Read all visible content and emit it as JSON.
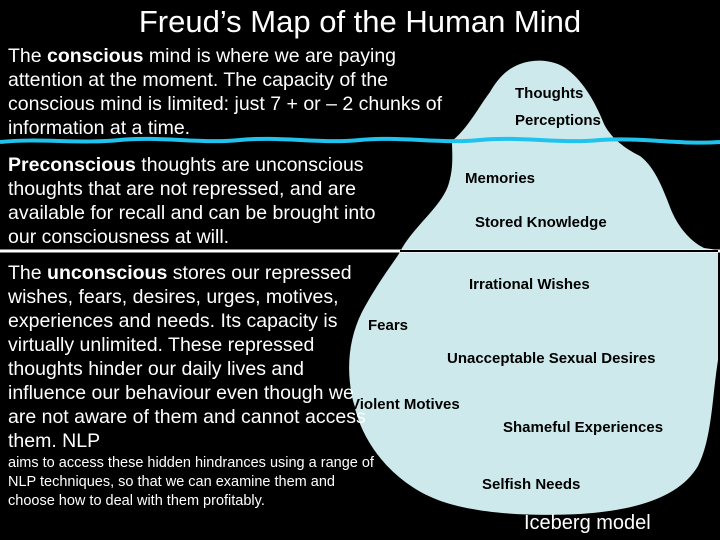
{
  "title": "Freud’s Map of the Human Mind",
  "conscious": {
    "prefix": "The ",
    "keyword": "conscious",
    "text": " mind is where we are paying attention at the moment. The capacity of the conscious mind is limited: just 7 + or – 2 chunks of information at a time."
  },
  "preconscious": {
    "keyword": "Preconscious",
    "text": " thoughts are unconscious thoughts that are not repressed, and are available for recall and can be brought into our consciousness at will."
  },
  "unconscious": {
    "prefix": "The ",
    "keyword": "unconscious",
    "text": " stores our repressed wishes, fears, desires, urges, motives, experiences and needs. Its capacity is virtually unlimited. These repressed thoughts hinder our daily lives and influence our behaviour even though we are not aware of them and cannot access them. NLP",
    "small_text": "aims to access these hidden hindrances using a range of NLP techniques, so that we can examine them and choose how to deal with them profitably."
  },
  "iceberg": {
    "conscious_labels": [
      "Thoughts",
      "Perceptions"
    ],
    "preconscious_labels": [
      "Memories",
      "Stored Knowledge"
    ],
    "unconscious_labels": [
      "Irrational Wishes",
      "Fears",
      "Unacceptable Sexual Desires",
      "Violent Motives",
      "Shameful Experiences",
      "Selfish Needs"
    ]
  },
  "caption": "Iceberg model",
  "colors": {
    "background": "#000000",
    "iceberg": "#cde9ec",
    "water_line": "#1fc3ee",
    "divider_line": "#ffffff"
  }
}
